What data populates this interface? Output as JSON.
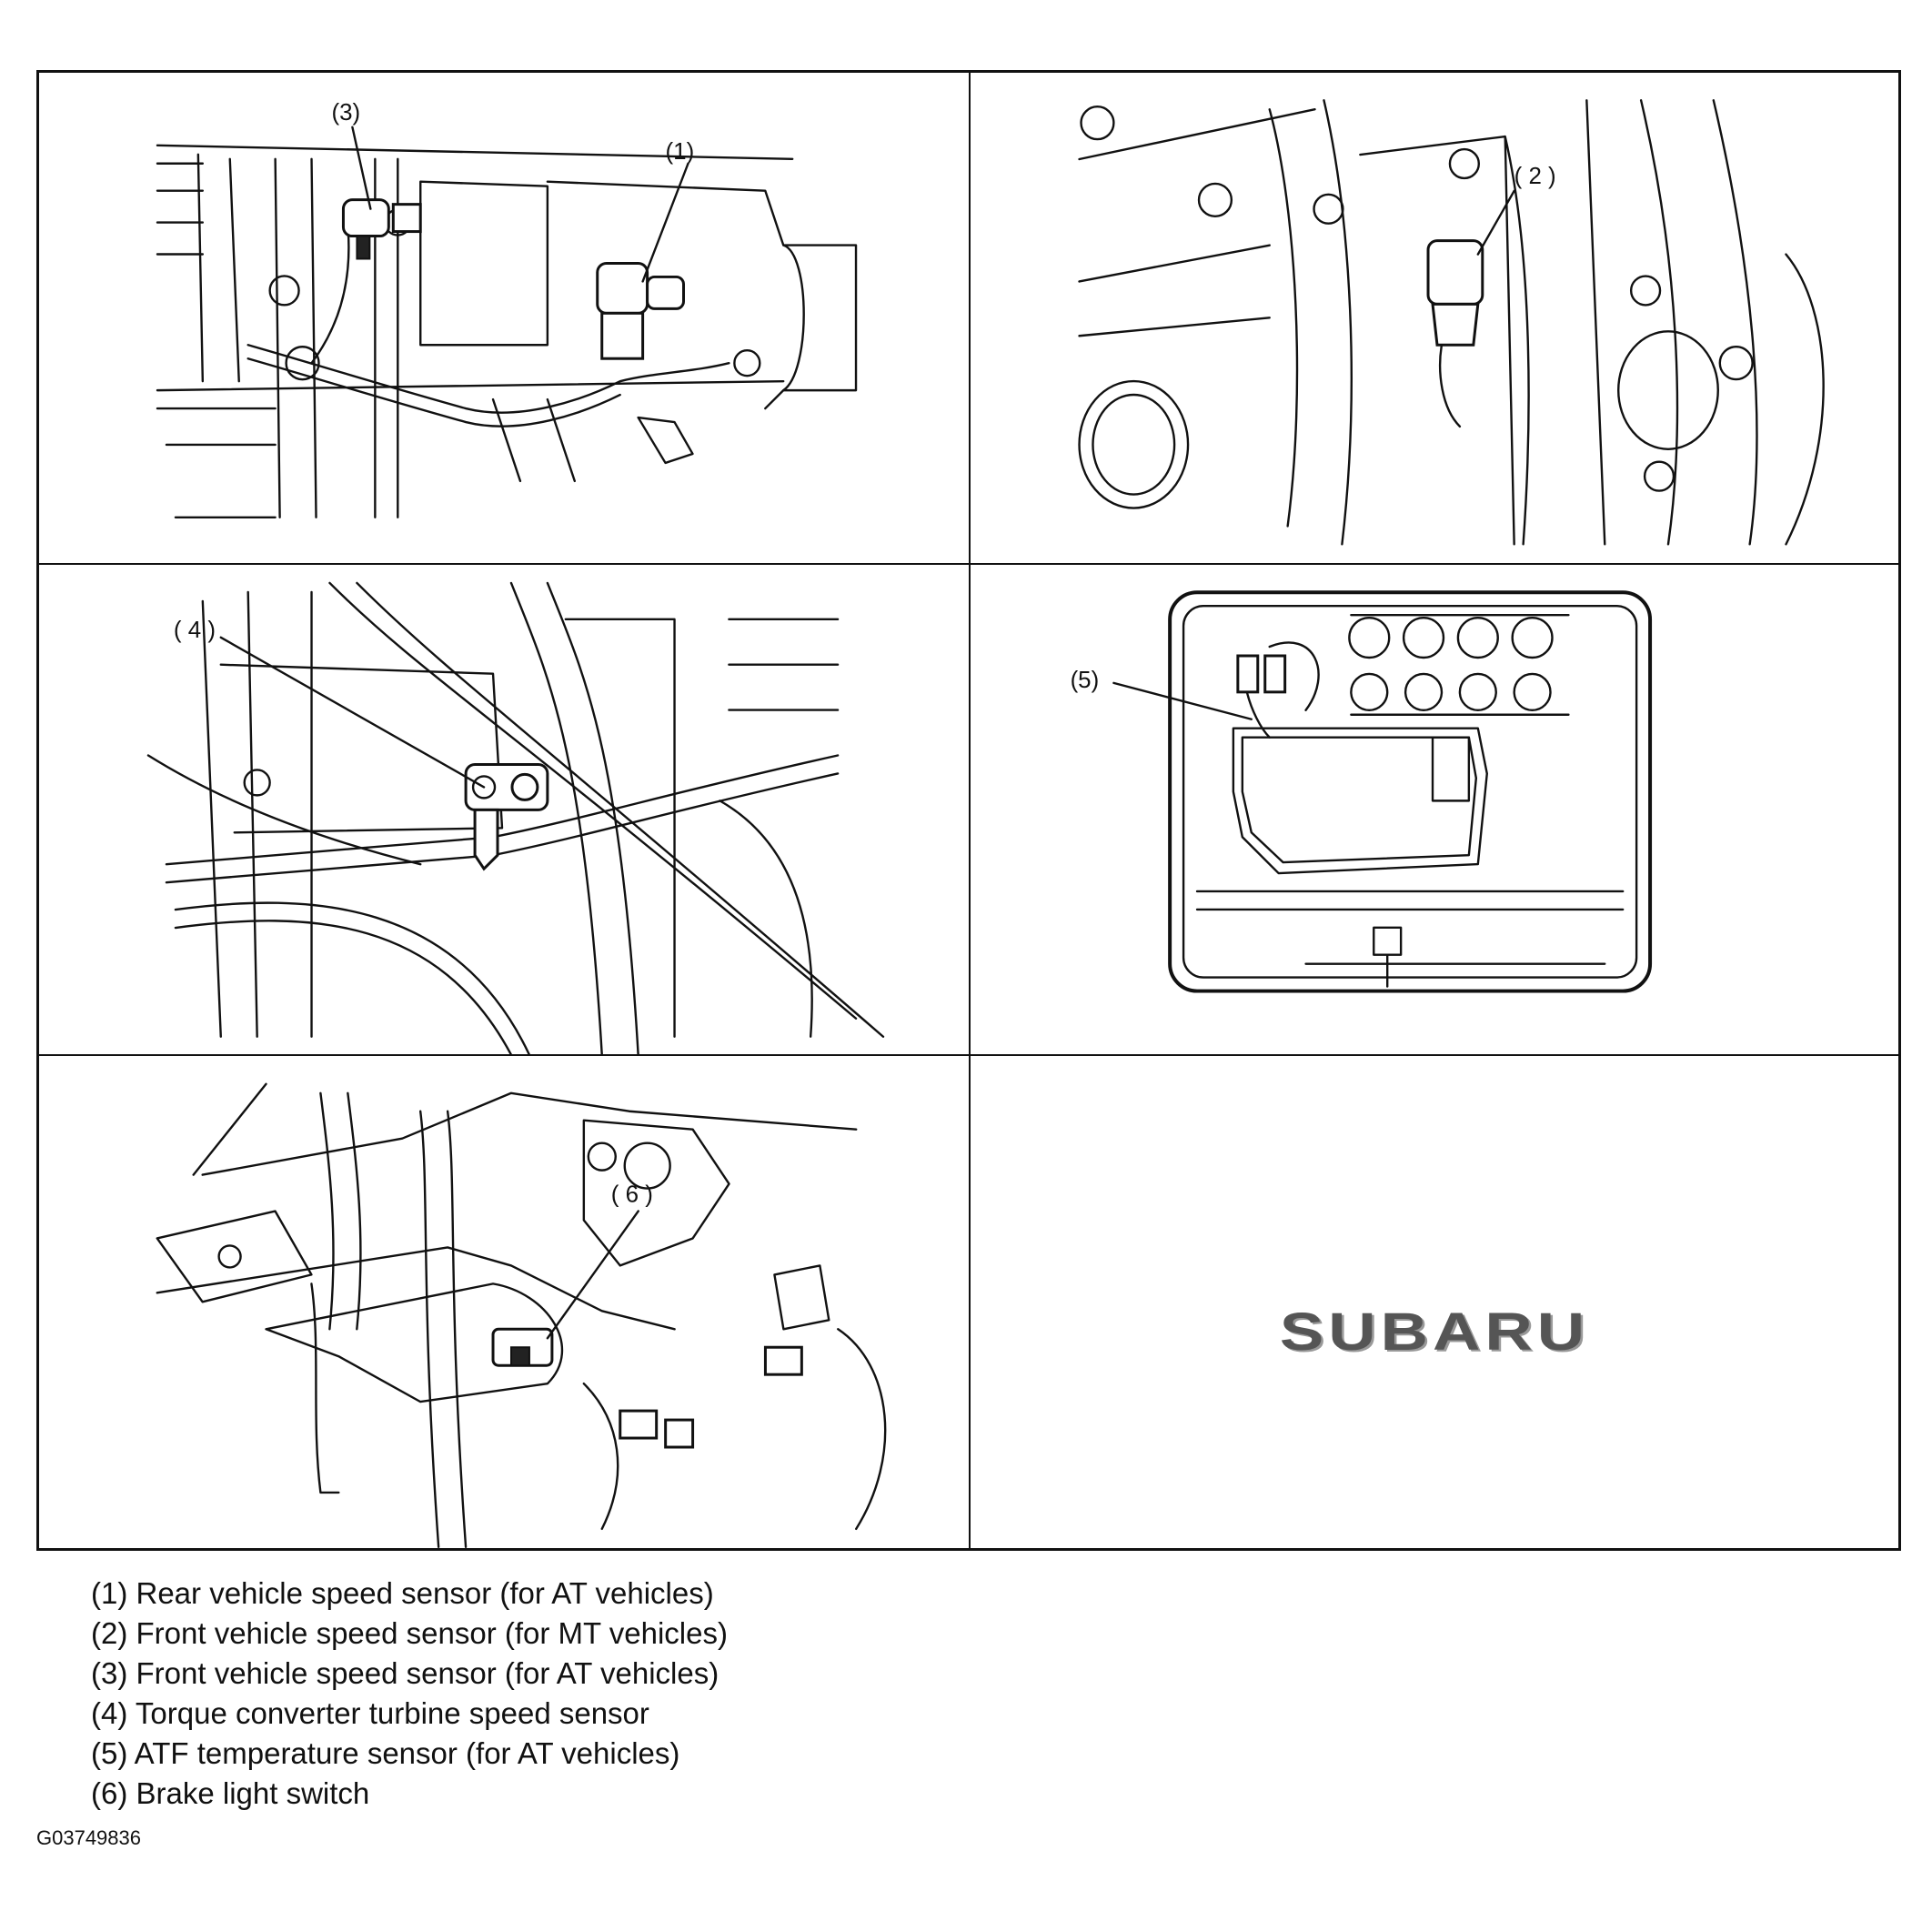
{
  "callouts": {
    "c1": "(1)",
    "c2": "( 2 )",
    "c3": "(3)",
    "c4": "( 4 )",
    "c5": "(5)",
    "c6": "( 6 )"
  },
  "logo_text": "SUBARU",
  "legend": [
    "(1) Rear vehicle speed sensor (for AT vehicles)",
    "(2) Front vehicle speed sensor (for MT vehicles)",
    "(3) Front vehicle speed sensor (for AT vehicles)",
    "(4) Torque converter turbine speed sensor",
    "(5) ATF temperature sensor (for AT vehicles)",
    "(6) Brake light switch"
  ],
  "figure_code": "G03749836"
}
